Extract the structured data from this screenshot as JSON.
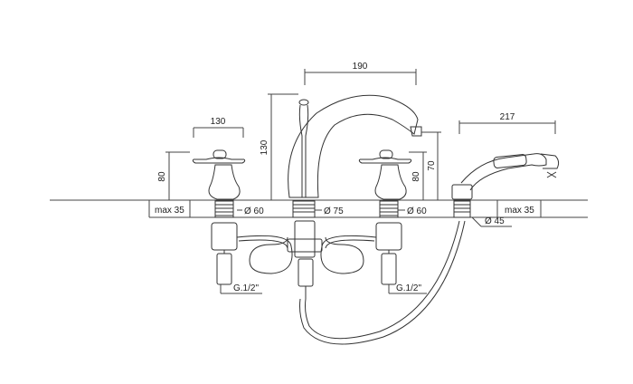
{
  "dimensions": {
    "spout_reach": "190",
    "handle_span": "130",
    "spout_height": "130",
    "handle_height_left": "80",
    "handle_height_right": "80",
    "shower_holder_height": "70",
    "shower_length": "217",
    "max_left": "max 35",
    "max_right": "max 35",
    "dia_left": "Ø 60",
    "dia_center": "Ø 75",
    "dia_right": "Ø 60",
    "dia_shower": "Ø 45",
    "thread_left": "G.1/2\"",
    "thread_right": "G.1/2\""
  },
  "colors": {
    "line": "#333333",
    "background": "#ffffff"
  }
}
